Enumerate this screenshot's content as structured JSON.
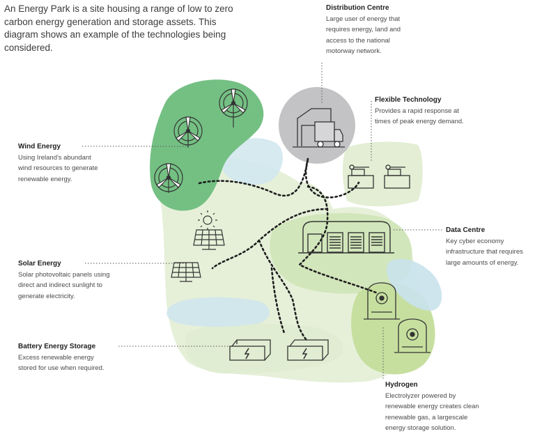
{
  "intro": "An Energy Park is a site housing a range of low to zero carbon energy generation and storage assets. This diagram shows an example of the technologies being considered.",
  "labels": {
    "distribution": {
      "title": "Distribution Centre",
      "desc": "Large user of energy that\nrequires energy, land and\naccess to the national\nmotorway network."
    },
    "flexible": {
      "title": "Flexible Technology",
      "desc": "Provides a rapid response at\ntimes of peak energy demand."
    },
    "wind": {
      "title": "Wind Energy",
      "desc": "Using Ireland's abundant\nwind resources to generate\nrenewable energy."
    },
    "datacentre": {
      "title": "Data Centre",
      "desc": "Key cyber economy\ninfrastructure that requires\nlarge amounts of energy."
    },
    "solar": {
      "title": "Solar Energy",
      "desc": "Solar photovoltaic panels using\ndirect and indirect sunlight to\ngenerate electricity."
    },
    "battery": {
      "title": "Battery Energy Storage",
      "desc": "Excess renewable energy\nstored for use when required."
    },
    "hydrogen": {
      "title": "Hydrogen",
      "desc": "Electrolyzer powered by\nrenewable energy creates clean\nrenewable gas, a largescale\nenergy storage solution."
    }
  },
  "colors": {
    "pale_green": "#e4efd6",
    "mid_green": "#c9e1b0",
    "wind_green": "#6fbf7f",
    "light_blue": "#cfe6ee",
    "grey": "#c2c2c4",
    "icon_stroke": "#333333"
  }
}
